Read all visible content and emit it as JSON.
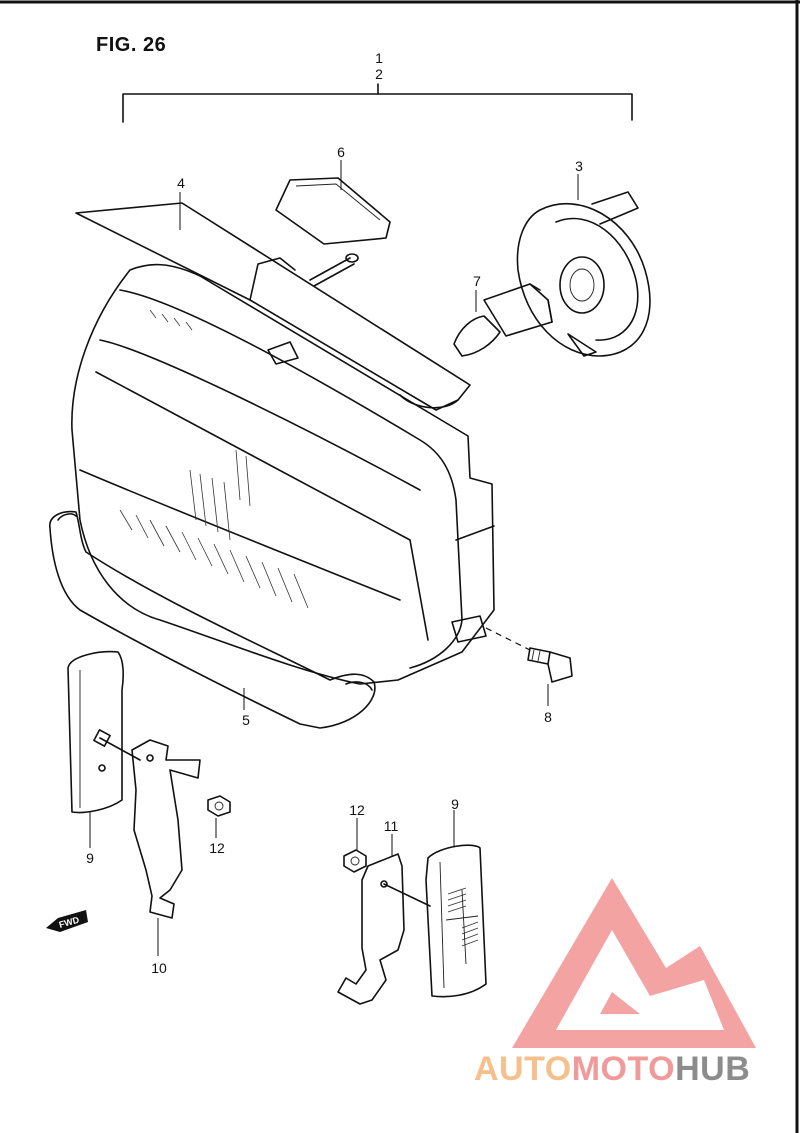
{
  "figure": {
    "title": "FIG. 26"
  },
  "callouts": [
    {
      "id": "1",
      "label": "1"
    },
    {
      "id": "2",
      "label": "2"
    },
    {
      "id": "3",
      "label": "3"
    },
    {
      "id": "4",
      "label": "4"
    },
    {
      "id": "5",
      "label": "5"
    },
    {
      "id": "6",
      "label": "6"
    },
    {
      "id": "7",
      "label": "7"
    },
    {
      "id": "8",
      "label": "8"
    },
    {
      "id": "9a",
      "label": "9"
    },
    {
      "id": "9b",
      "label": "9"
    },
    {
      "id": "10",
      "label": "10"
    },
    {
      "id": "11",
      "label": "11"
    },
    {
      "id": "12a",
      "label": "12"
    },
    {
      "id": "12b",
      "label": "12"
    }
  ],
  "direction_marker": {
    "label": "FWD"
  },
  "watermark": {
    "part1": "AUTO",
    "part2": "MOTO",
    "part3": "HUB",
    "colors": {
      "auto": "#f6c08c",
      "moto": "#f19a9a",
      "hub": "#8c8c8c",
      "logo": "#f3a6a6"
    }
  }
}
